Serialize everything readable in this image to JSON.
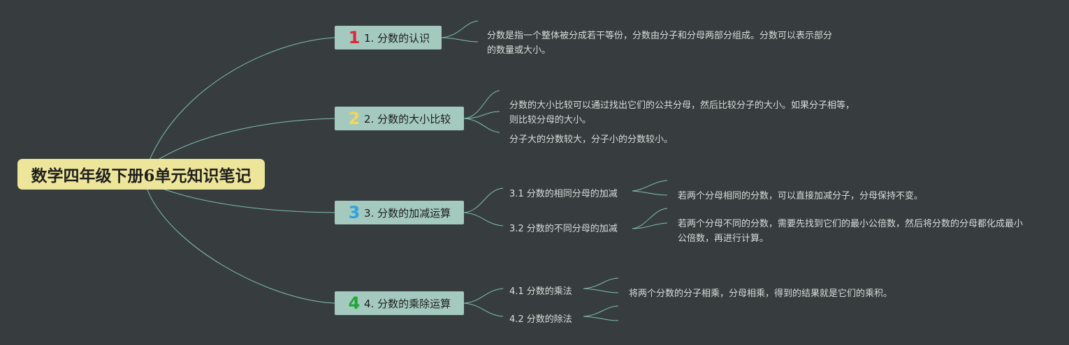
{
  "colors": {
    "background": "#373d3e",
    "root_fill": "#ede59a",
    "branch_fill": "#a4c9bf",
    "line": "#7fbfae",
    "badge_1": "#e0283c",
    "badge_2": "#f2d75a",
    "badge_3": "#2fa3de",
    "badge_4": "#23a53a"
  },
  "root": {
    "title": "数学四年级下册6单元知识笔记"
  },
  "branches": [
    {
      "badge": "1",
      "label": "1. 分数的认识",
      "notes": [
        "分数是指一个整体被分成若干等份，分数由分子和分母两部分组成。分数可以表示部分的数量或大小。"
      ]
    },
    {
      "badge": "2",
      "label": "2. 分数的大小比较",
      "notes": [
        "分数的大小比较可以通过找出它们的公共分母，然后比较分子的大小。如果分子相等，则比较分母的大小。",
        "分子大的分数较大，分子小的分数较小。"
      ]
    },
    {
      "badge": "3",
      "label": "3. 分数的加减运算",
      "subs": [
        {
          "label": "3.1 分数的相同分母的加减",
          "note": "若两个分母相同的分数，可以直接加减分子，分母保持不变。"
        },
        {
          "label": "3.2 分数的不同分母的加减",
          "note": "若两个分母不同的分数，需要先找到它们的最小公倍数，然后将分数的分母都化成最小公倍数，再进行计算。"
        }
      ]
    },
    {
      "badge": "4",
      "label": "4. 分数的乘除运算",
      "subs": [
        {
          "label": "4.1 分数的乘法",
          "note": "将两个分数的分子相乘，分母相乘，得到的结果就是它们的乘积。"
        },
        {
          "label": "4.2 分数的除法",
          "note": ""
        }
      ]
    }
  ]
}
